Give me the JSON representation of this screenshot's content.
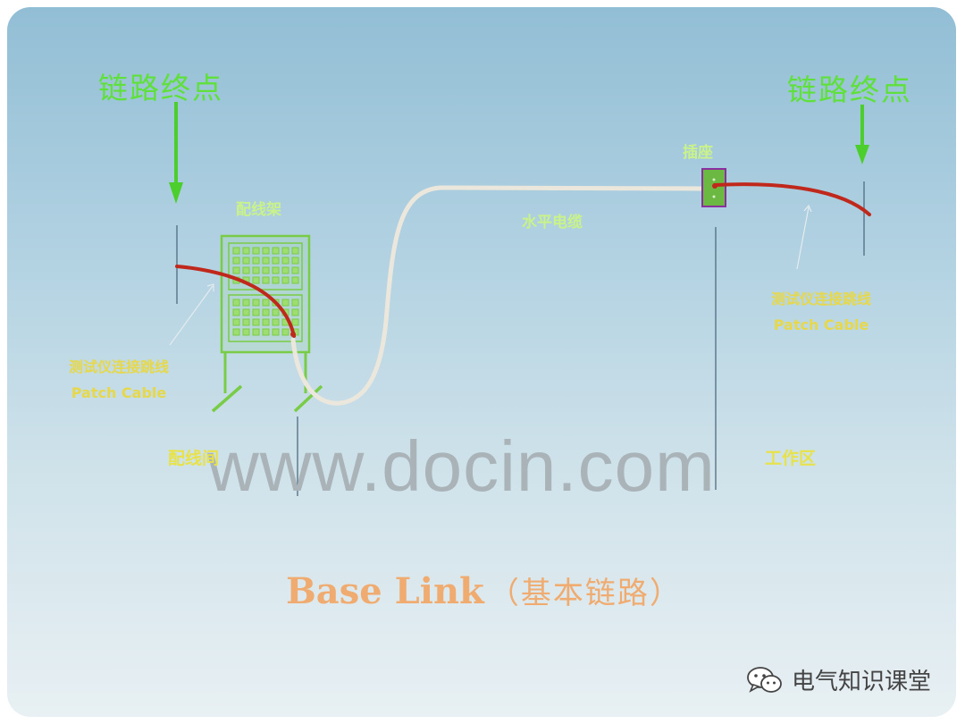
{
  "labels": {
    "endpoint_left": "链路终点",
    "endpoint_right": "链路终点",
    "patch_panel": "配线架",
    "horizontal_cable": "水平电缆",
    "outlet": "插座",
    "tester_left_cn": "测试仪连接跳线",
    "tester_left_en": "Patch Cable",
    "tester_right_cn": "测试仪连接跳线",
    "tester_right_en": "Patch Cable",
    "wiring_room": "配线间",
    "work_area": "工作区"
  },
  "watermark": "www.docin.com",
  "title": {
    "en": "Base Link",
    "cn": "（基本链路）"
  },
  "brand": {
    "name": "电气知识课堂",
    "icon": "wechat-icon"
  },
  "colors": {
    "patch_cable": "#c0281b",
    "horizontal_cable": "#ece7dc",
    "endpoint_arrow": "#4ccf2c",
    "patch_panel": "#79cc45",
    "title": "#f0ac70"
  }
}
